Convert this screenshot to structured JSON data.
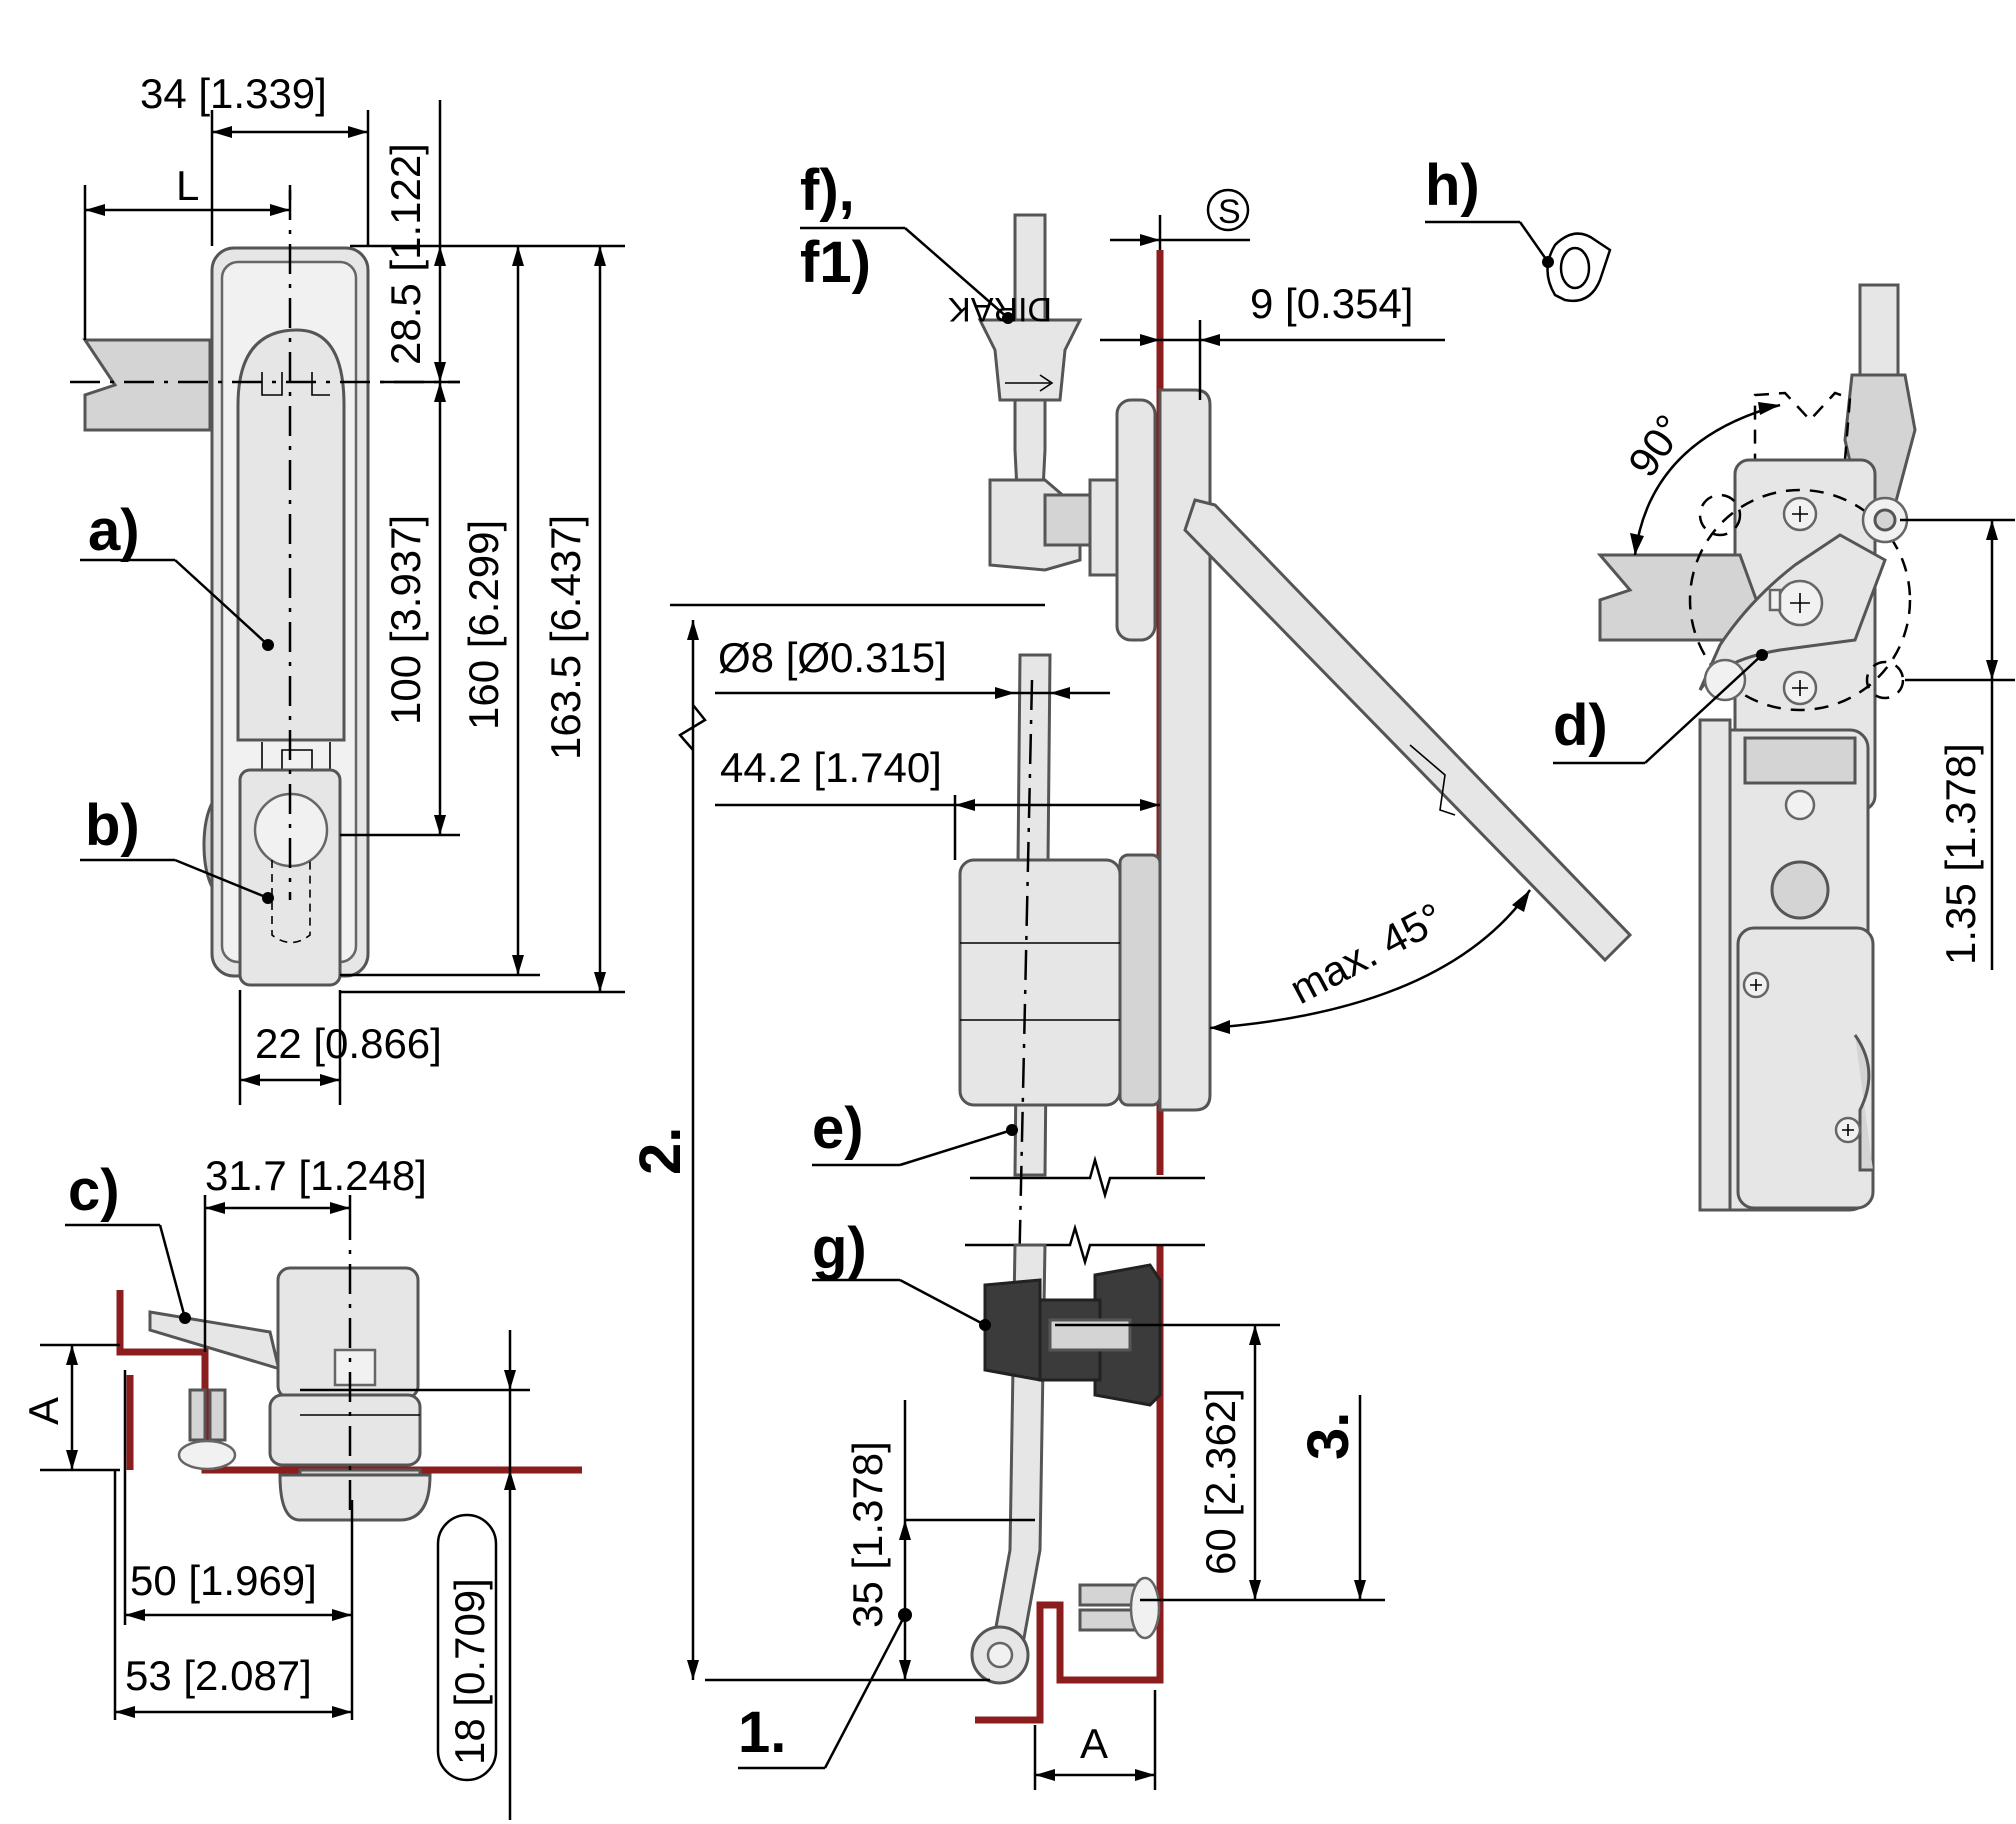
{
  "callouts": {
    "a": "a)",
    "b": "b)",
    "c": "c)",
    "d": "d)",
    "e": "e)",
    "f": "f),",
    "f1": "f1)",
    "g": "g)",
    "h": "h)"
  },
  "steps": {
    "one": "1.",
    "two": "2.",
    "three": "3."
  },
  "dims": {
    "d34": "34 [1.339]",
    "L": "L",
    "d28_5": "28.5 [1.122]",
    "d100": "100 [3.937]",
    "d160": "160 [6.299]",
    "d163_5": "163.5 [6.437]",
    "d22": "22 [0.866]",
    "d31_7": "31.7 [1.248]",
    "A": "A",
    "d50": "50 [1.969]",
    "d53": "53 [2.087]",
    "d18": "18 [0.709]",
    "S": "S",
    "d9": "9 [0.354]",
    "d8": "Ø8 [Ø0.315]",
    "d44_2": "44.2 [1.740]",
    "max45": "max. 45°",
    "d60": "60 [2.362]",
    "d35_left": "35 [1.378]",
    "A2": "A",
    "angle90": "90°",
    "d35_right": "1.35 [1.378]"
  },
  "colors": {
    "panel": "#8b1d1d",
    "metal": "#e6e6e6",
    "rubber": "#3b3b3b"
  },
  "icons": [
    "screw-icon",
    "gasket-icon",
    "brand-label-icon"
  ]
}
